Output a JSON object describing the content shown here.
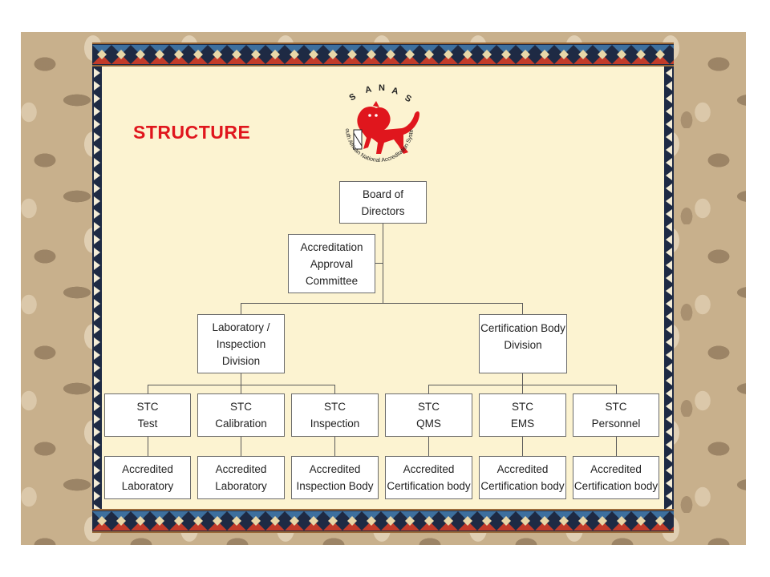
{
  "slide": {
    "title": "STRUCTURE",
    "logo": {
      "icon": "sanas-lion-logo-icon",
      "letters": [
        "S",
        "A",
        "N",
        "A",
        "S"
      ],
      "ring_text": "South African National Accreditation System",
      "color": "#e0161d"
    }
  },
  "org_chart": {
    "board": "Board of\nDirectors",
    "committee": "Accreditation\nApproval\nCommittee",
    "divisions": [
      "Laboratory /\nInspection\nDivision",
      "Certification Body\nDivision"
    ],
    "committees": [
      "STC\nTest",
      "STC\nCalibration",
      "STC\nInspection",
      "STC\nQMS",
      "STC\nEMS",
      "STC\nPersonnel"
    ],
    "accredited": [
      "Accredited\nLaboratory",
      "Accredited\nLaboratory",
      "Accredited\nInspection Body",
      "Accredited\nCertification body",
      "Accredited\nCertification body",
      "Accredited\nCertification body"
    ]
  },
  "colors": {
    "title": "#e0161d",
    "panel": "#fcf3d1",
    "frame": "#1e2a44",
    "backdrop": "#c8b08c"
  }
}
